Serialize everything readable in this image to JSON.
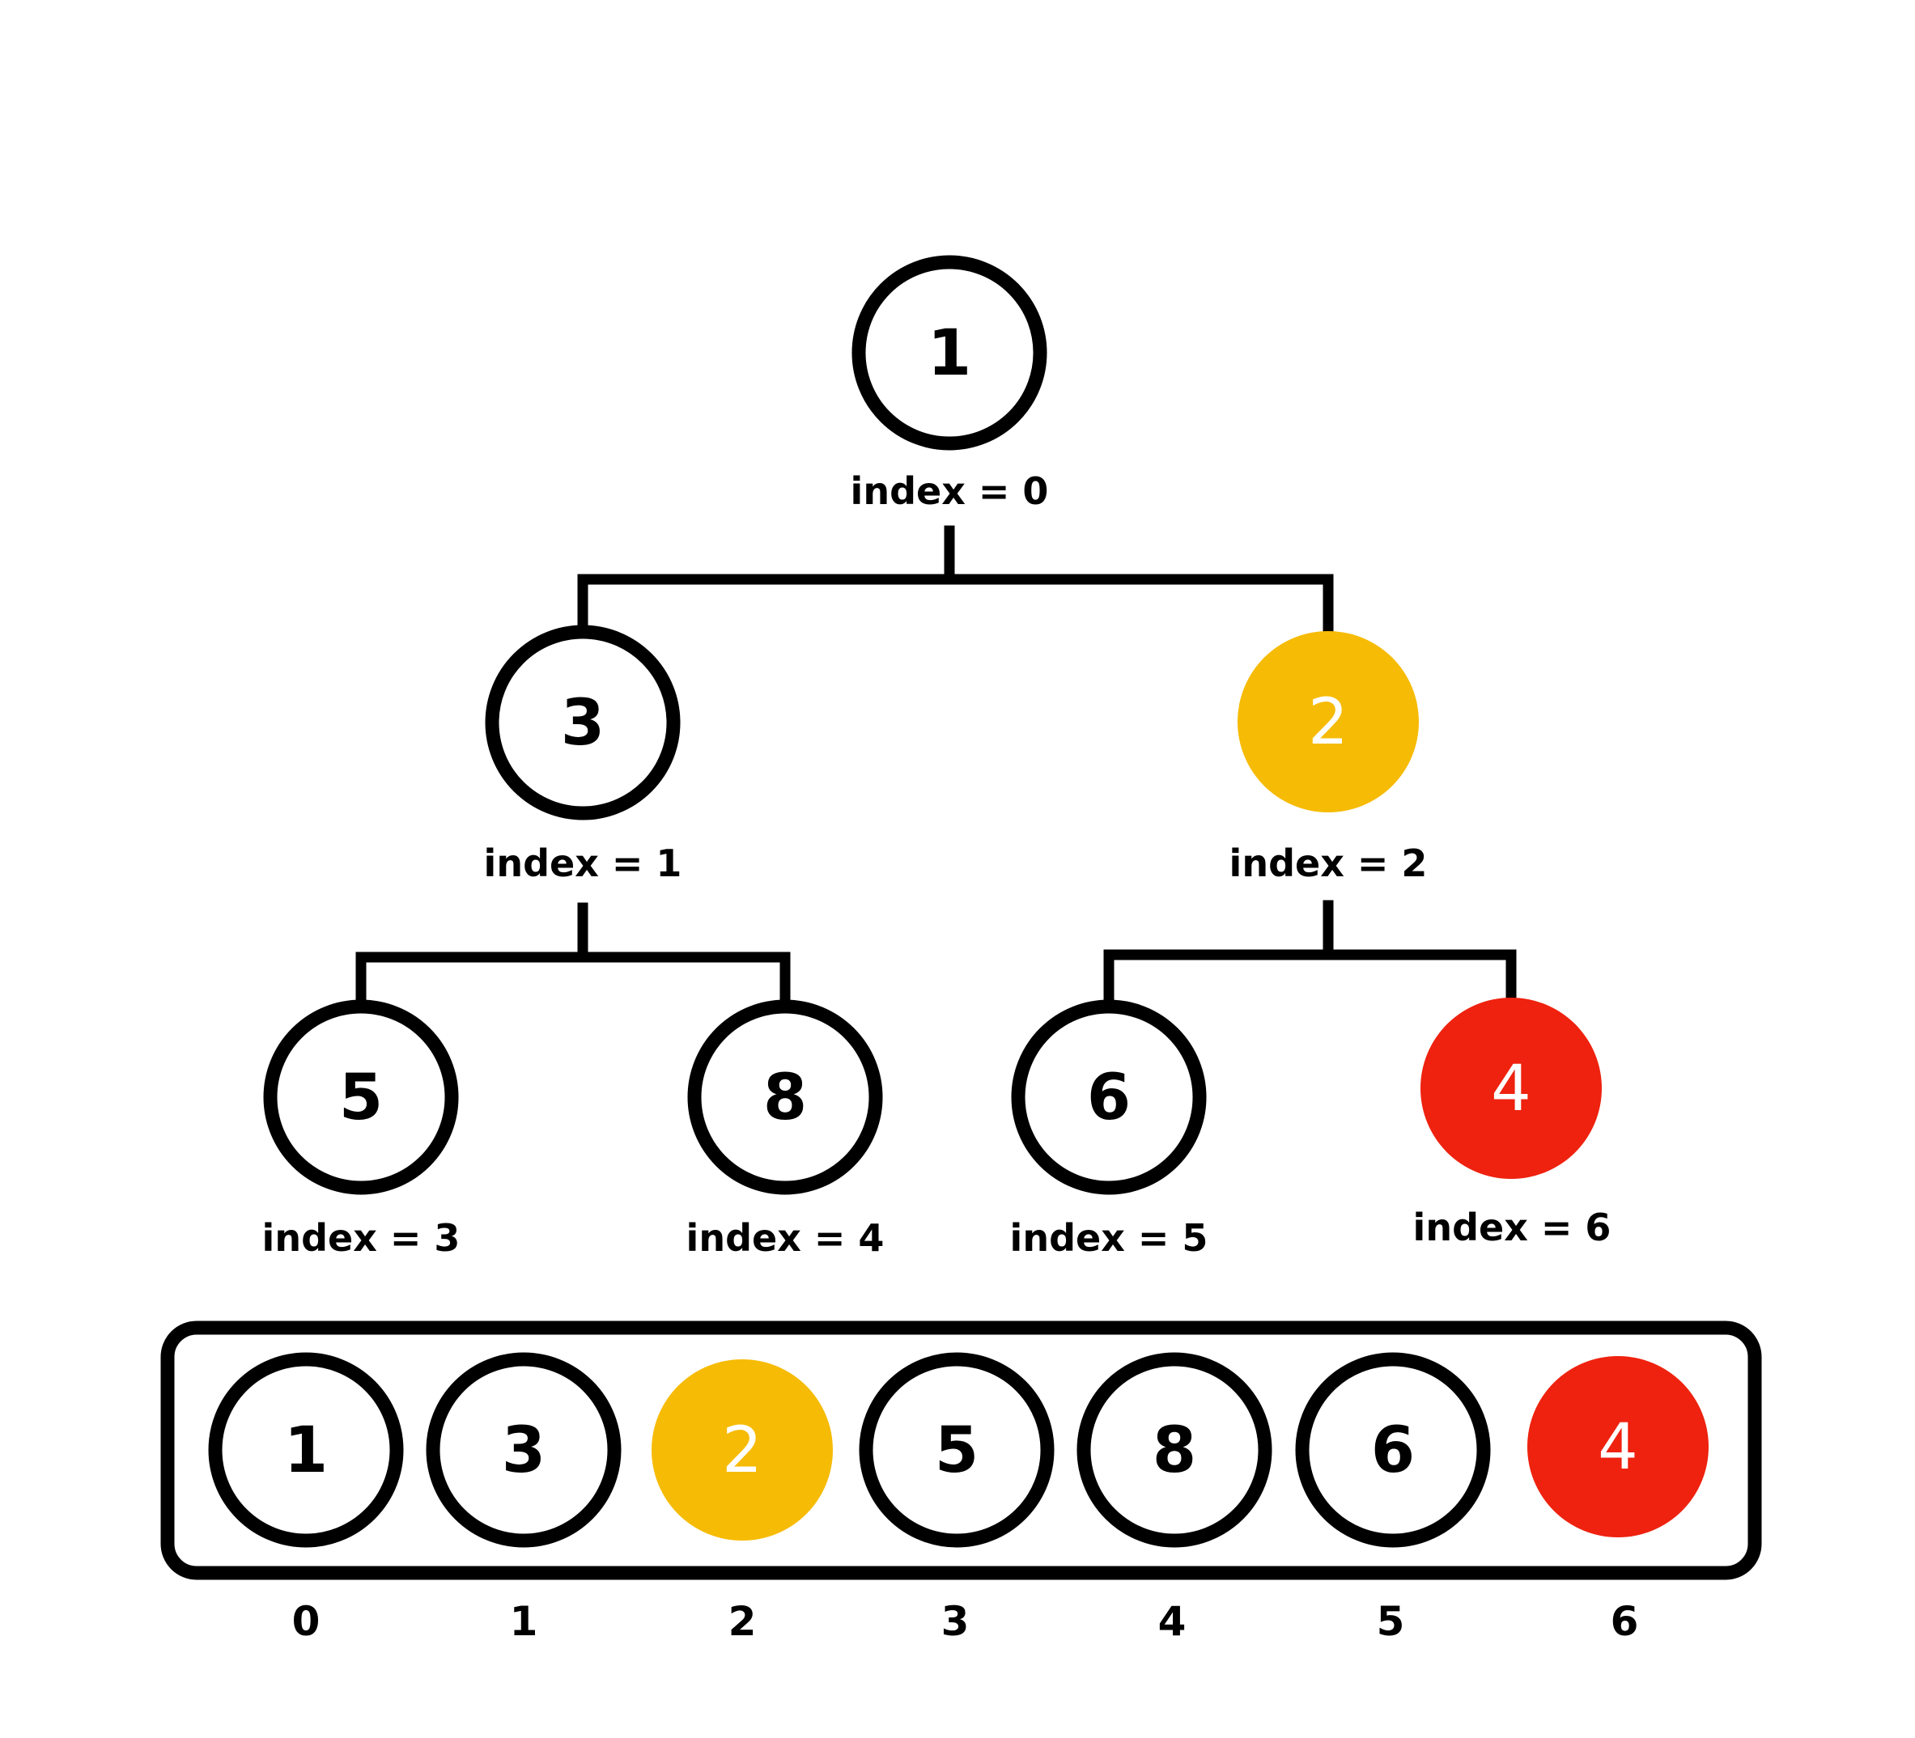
{
  "diagram": {
    "title": "Binary heap as tree and array",
    "colors": {
      "stroke": "#000000",
      "background": "#ffffff",
      "highlight_parent": "#F6BB05",
      "highlight_child": "#EE220F",
      "highlight_text": "#ffffff"
    },
    "tree": {
      "nodes": [
        {
          "index": 0,
          "value": "1",
          "label": "index = 0",
          "highlight": "none"
        },
        {
          "index": 1,
          "value": "3",
          "label": "index = 1",
          "highlight": "none"
        },
        {
          "index": 2,
          "value": "2",
          "label": "index = 2",
          "highlight": "parent"
        },
        {
          "index": 3,
          "value": "5",
          "label": "index = 3",
          "highlight": "none"
        },
        {
          "index": 4,
          "value": "8",
          "label": "index = 4",
          "highlight": "none"
        },
        {
          "index": 5,
          "value": "6",
          "label": "index = 5",
          "highlight": "none"
        },
        {
          "index": 6,
          "value": "4",
          "label": "index = 6",
          "highlight": "child"
        }
      ],
      "edges": [
        {
          "parent": 0,
          "children": [
            1,
            2
          ]
        },
        {
          "parent": 1,
          "children": [
            3,
            4
          ]
        },
        {
          "parent": 2,
          "children": [
            5,
            6
          ]
        }
      ]
    },
    "array": {
      "cells": [
        {
          "value": "1",
          "index_label": "0",
          "highlight": "none"
        },
        {
          "value": "3",
          "index_label": "1",
          "highlight": "none"
        },
        {
          "value": "2",
          "index_label": "2",
          "highlight": "parent"
        },
        {
          "value": "5",
          "index_label": "3",
          "highlight": "none"
        },
        {
          "value": "8",
          "index_label": "4",
          "highlight": "none"
        },
        {
          "value": "6",
          "index_label": "5",
          "highlight": "none"
        },
        {
          "value": "4",
          "index_label": "6",
          "highlight": "child"
        }
      ]
    }
  }
}
